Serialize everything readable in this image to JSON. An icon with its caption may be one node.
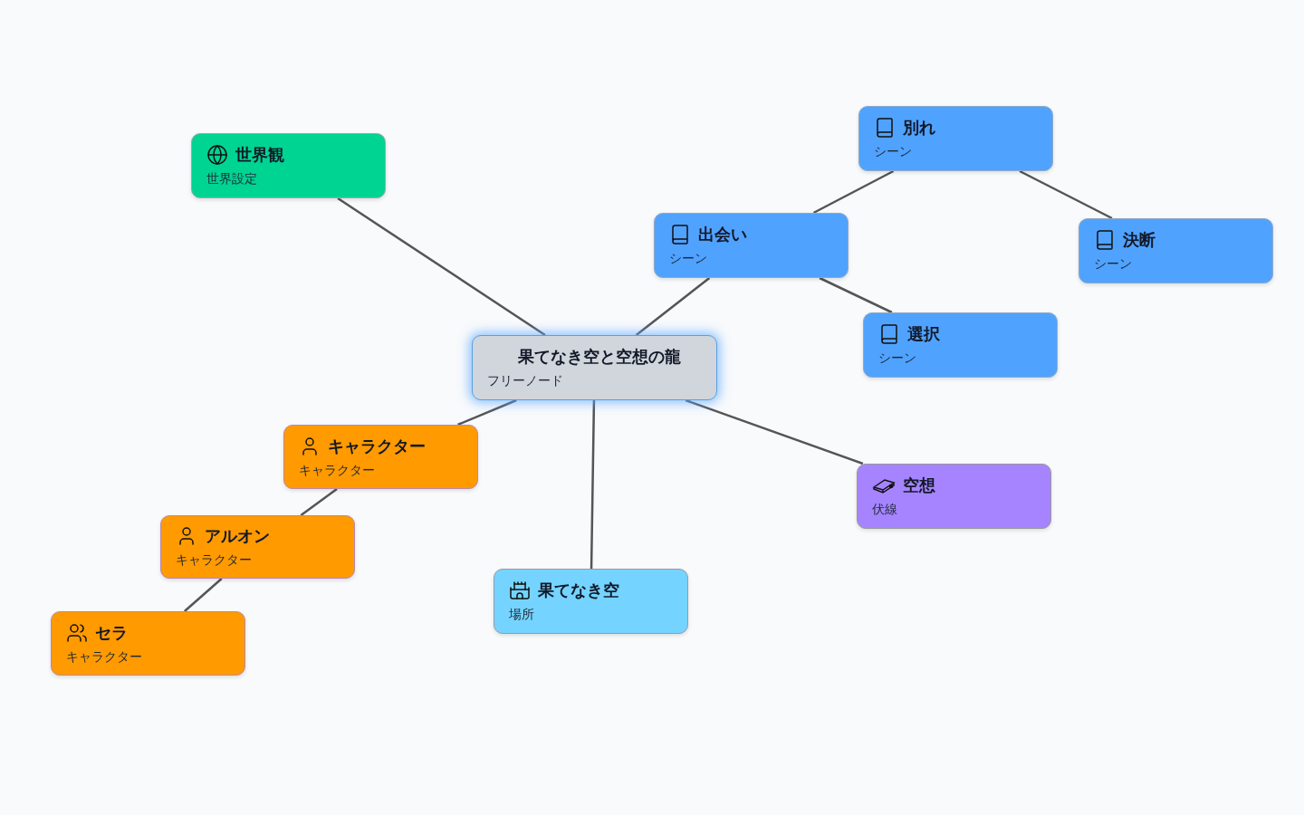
{
  "diagram": {
    "nodes": [
      {
        "text": [
          "別れ",
          "シーン"
        ]
      },
      {
        "text": [
          "世界観",
          "世界設定"
        ]
      },
      {
        "text": [
          "出会い",
          "シーン"
        ]
      },
      {
        "text": [
          "決断",
          "シーン"
        ]
      },
      {
        "text": [
          "選択",
          "シーン"
        ]
      },
      {
        "text": [
          "果てなき空と空想の龍",
          "フリーノード"
        ]
      },
      {
        "text": [
          "キャラクター",
          "キャラクター"
        ]
      },
      {
        "text": [
          "空想",
          "伏線"
        ]
      },
      {
        "text": [
          "アルオン",
          "キャラクター"
        ]
      },
      {
        "text": [
          "果てなき空",
          "場所"
        ]
      },
      {
        "text": [
          "セラ",
          "キャラクター"
        ]
      }
    ],
    "edges": [
      {
        "from": 5,
        "to": 1,
        "arrow": "none"
      },
      {
        "from": 5,
        "to": 2,
        "arrow": "none"
      },
      {
        "from": 2,
        "to": 0,
        "arrow": "none"
      },
      {
        "from": 0,
        "to": 3,
        "arrow": "none"
      },
      {
        "from": 2,
        "to": 4,
        "arrow": "none"
      },
      {
        "from": 5,
        "to": 6,
        "arrow": "none"
      },
      {
        "from": 6,
        "to": 8,
        "arrow": "none"
      },
      {
        "from": 8,
        "to": 10,
        "arrow": "none"
      },
      {
        "from": 5,
        "to": 9,
        "arrow": "none"
      },
      {
        "from": 5,
        "to": 7,
        "arrow": "none"
      }
    ]
  }
}
